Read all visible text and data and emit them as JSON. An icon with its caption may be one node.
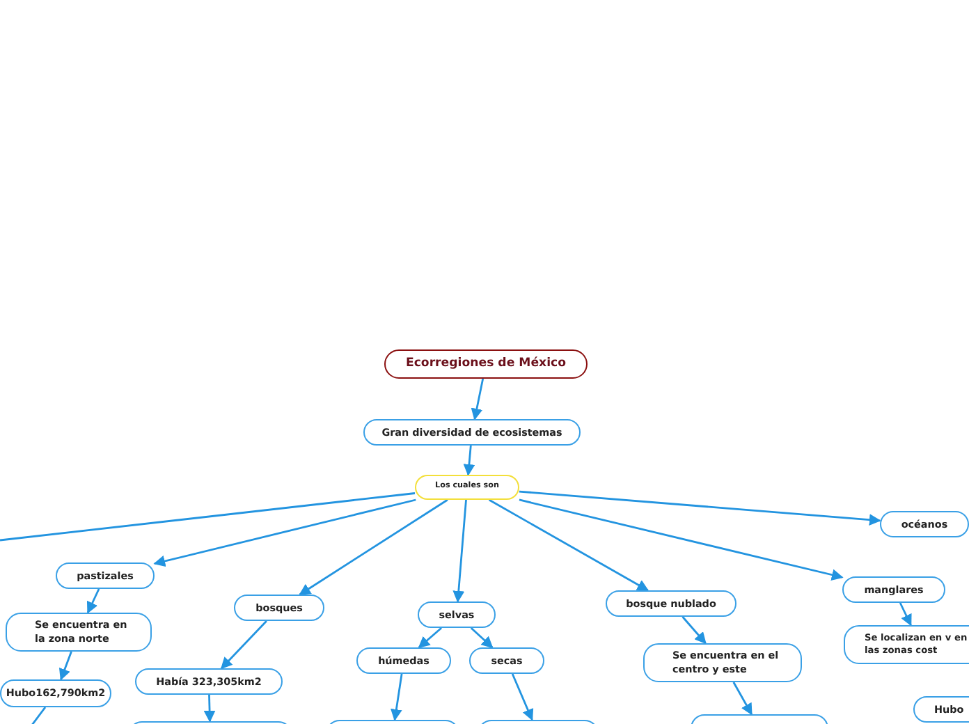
{
  "diagram": {
    "nodes": [
      {
        "text": [
          "Ecorregiones de México"
        ]
      },
      {
        "text": [
          "Gran diversidad de ecosistemas"
        ]
      },
      {
        "text": [
          "Los cuales son"
        ]
      },
      {
        "text": [
          "pastizales"
        ]
      },
      {
        "text": [
          "bosques"
        ]
      },
      {
        "text": [
          "selvas"
        ]
      },
      {
        "text": [
          "bosque nublado"
        ]
      },
      {
        "text": [
          "manglares"
        ]
      },
      {
        "text": [
          "océanos"
        ]
      },
      {
        "text": [
          "Se encuentra en la zona norte"
        ]
      },
      {
        "text": [
          "Había 323,305km2"
        ]
      },
      {
        "text": [
          "húmedas"
        ]
      },
      {
        "text": [
          "secas"
        ]
      },
      {
        "text": [
          "Se encuentra en el centro y este"
        ]
      },
      {
        "text": [
          "Se localizan en v en las zonas cost"
        ]
      },
      {
        "text": [
          "Hubo162,790km2"
        ]
      },
      {
        "text": [
          "Hubo"
        ]
      },
      {
        "text": [],
        "shape": "box"
      },
      {
        "text": [],
        "shape": "box"
      },
      {
        "text": [],
        "shape": "box"
      },
      {
        "text": [],
        "shape": "box"
      }
    ],
    "edges": [
      {
        "from": 0,
        "to": 1,
        "arrow": "to"
      },
      {
        "from": 1,
        "to": 2,
        "arrow": "to"
      },
      {
        "from": 2,
        "to": null,
        "arrow": "none"
      },
      {
        "from": 2,
        "to": 3,
        "arrow": "to"
      },
      {
        "from": 2,
        "to": 4,
        "arrow": "to"
      },
      {
        "from": 2,
        "to": 5,
        "arrow": "to"
      },
      {
        "from": 2,
        "to": 6,
        "arrow": "to"
      },
      {
        "from": 2,
        "to": 7,
        "arrow": "to"
      },
      {
        "from": 2,
        "to": 8,
        "arrow": "to"
      },
      {
        "from": 3,
        "to": 9,
        "arrow": "to"
      },
      {
        "from": 9,
        "to": 15,
        "arrow": "to"
      },
      {
        "from": 15,
        "to": null,
        "arrow": "none"
      },
      {
        "from": 4,
        "to": 10,
        "arrow": "to"
      },
      {
        "from": 5,
        "to": 11,
        "arrow": "to"
      },
      {
        "from": 5,
        "to": 12,
        "arrow": "to"
      },
      {
        "from": 6,
        "to": 13,
        "arrow": "to"
      },
      {
        "from": 7,
        "to": 14,
        "arrow": "to"
      },
      {
        "from": 10,
        "to": 17,
        "arrow": "to"
      },
      {
        "from": 11,
        "to": 18,
        "arrow": "to"
      },
      {
        "from": 12,
        "to": 19,
        "arrow": "to"
      },
      {
        "from": 13,
        "to": 20,
        "arrow": "to"
      }
    ]
  }
}
